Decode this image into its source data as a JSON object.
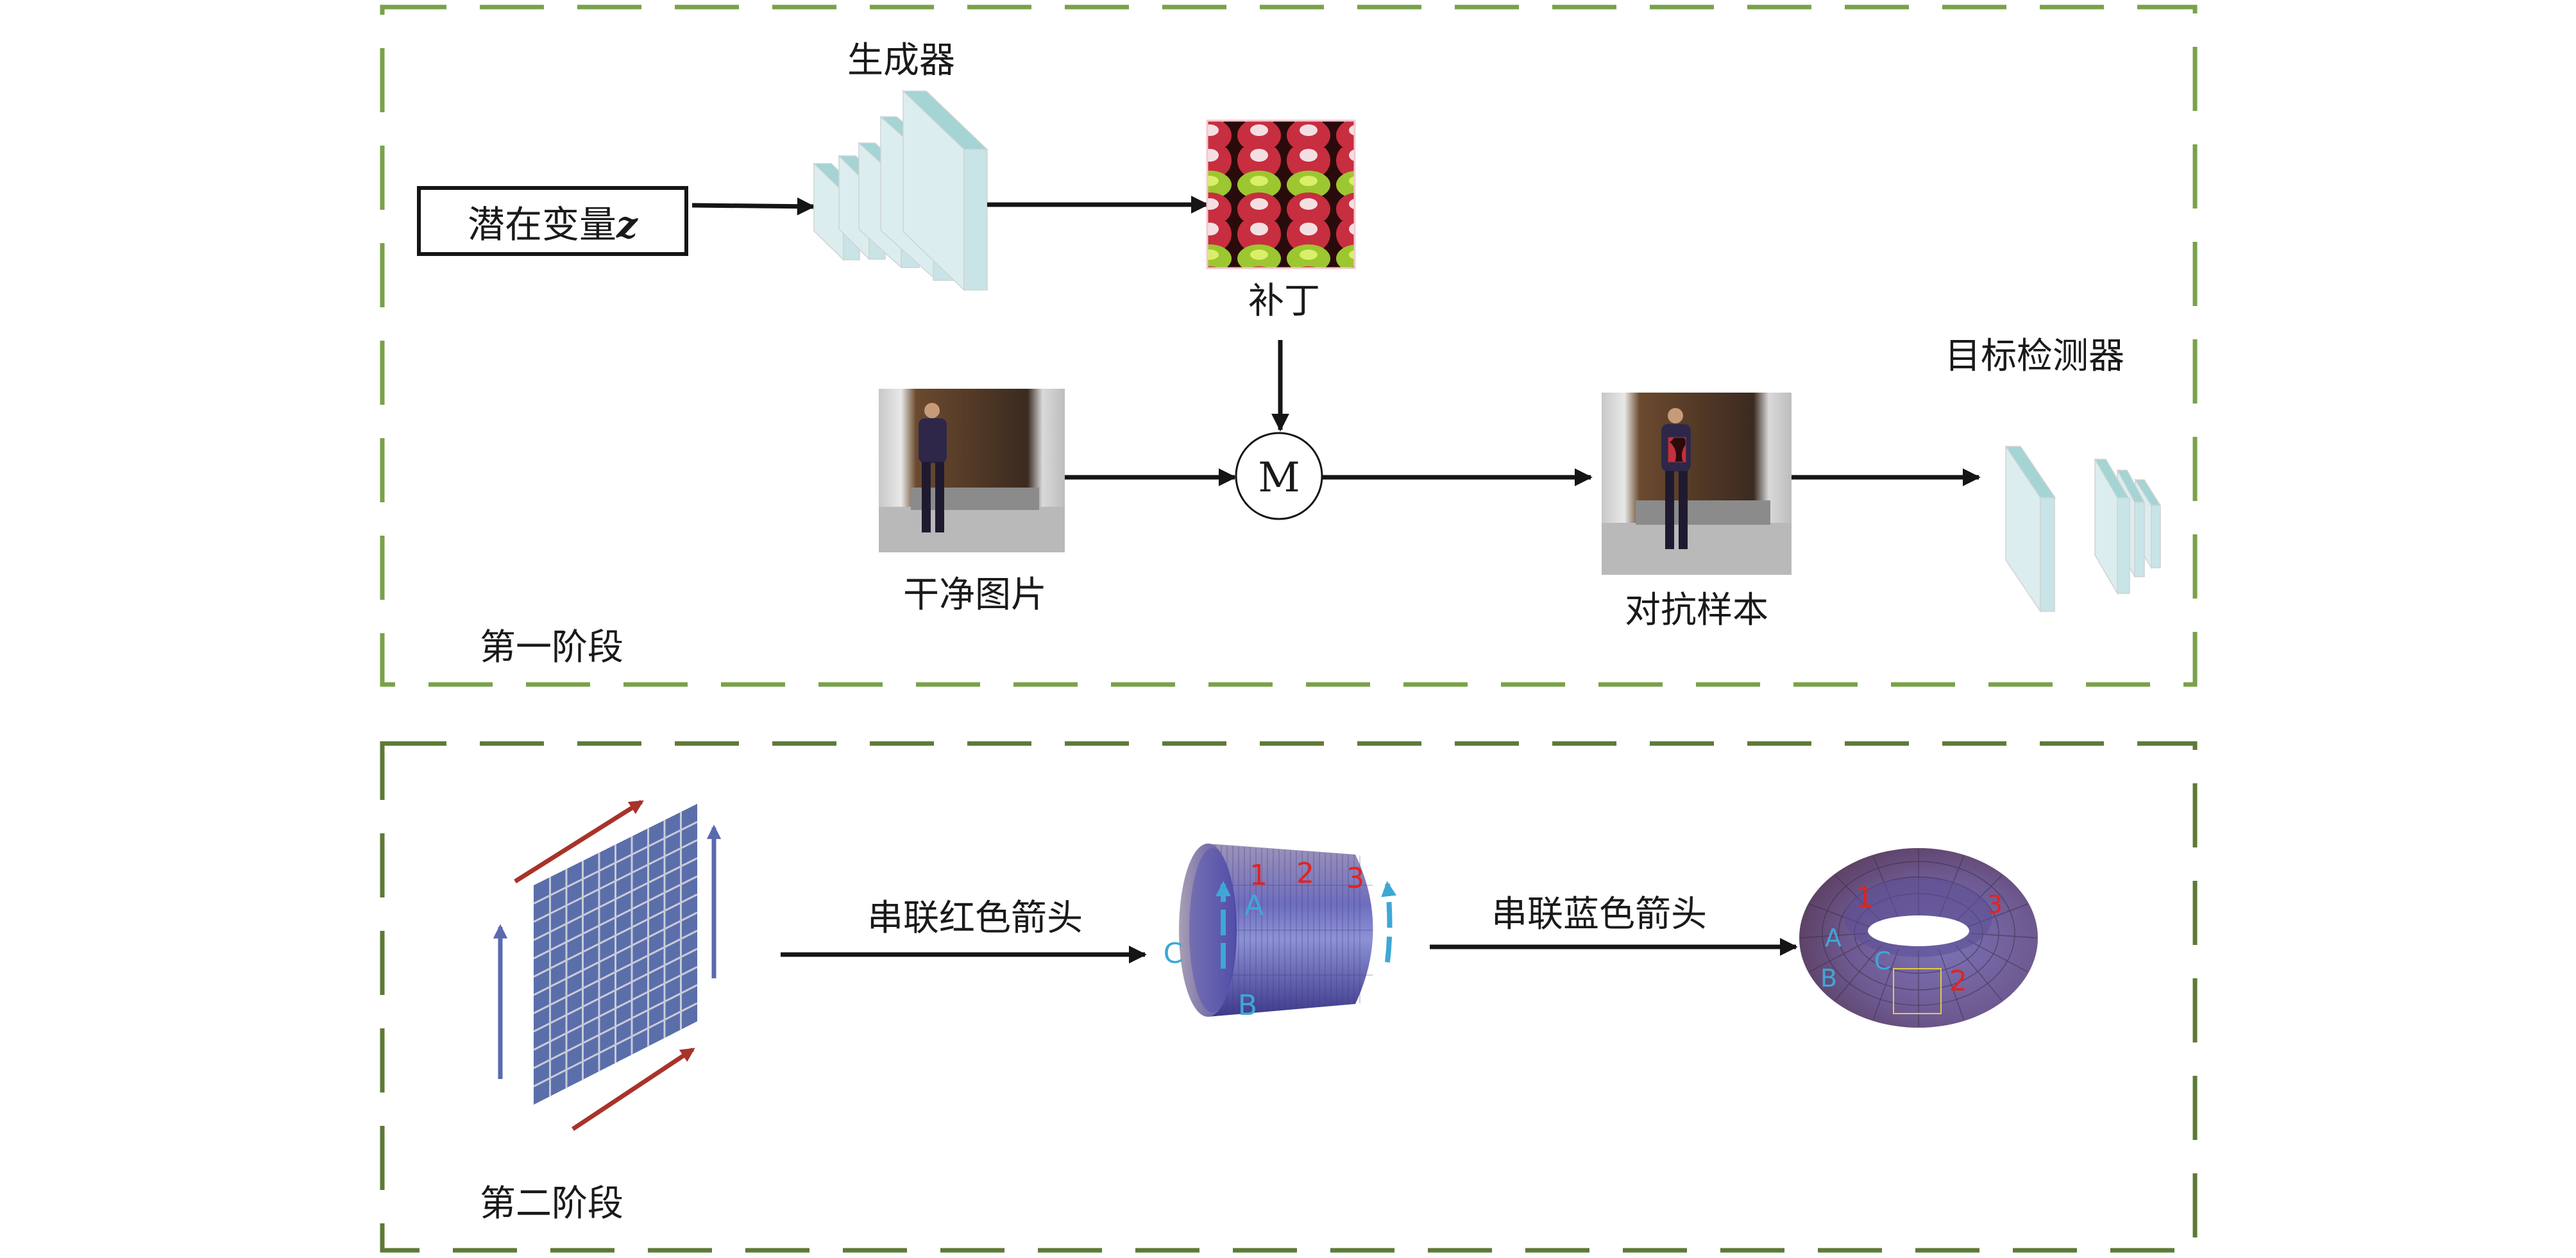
{
  "stage1": {
    "label": "第一阶段",
    "latent": {
      "text": "潜在变量",
      "symbol": "z"
    },
    "generator_label": "生成器",
    "patch_label": "补丁",
    "merge_symbol": "M",
    "clean_image_label": "干净图片",
    "adversarial_label": "对抗样本",
    "detector_label": "目标检测器"
  },
  "stage2": {
    "label": "第二阶段",
    "arrow1_label": "串联红色箭头",
    "arrow2_label": "串联蓝色箭头",
    "cylinder_marks": {
      "numbers": [
        "1",
        "2",
        "3"
      ],
      "letters": [
        "A",
        "B",
        "C"
      ]
    },
    "torus_marks": {
      "numbers": [
        "1",
        "2",
        "3"
      ],
      "letters": [
        "A",
        "B",
        "C"
      ]
    }
  },
  "colors": {
    "stage1_border": "#78a24a",
    "stage2_border": "#5d7a36",
    "layer_front": "#dcedef",
    "layer_top": "#a5d4d4",
    "layer_side": "#c8e4e6",
    "grid_blue": "#5a6eaa",
    "arrow_red": "#a8332a",
    "arrow_blue": "#5a6ab0",
    "mark_red": "#e2231f",
    "mark_cyan": "#3fa7d6",
    "surface_purple": "#6a5a9a"
  }
}
